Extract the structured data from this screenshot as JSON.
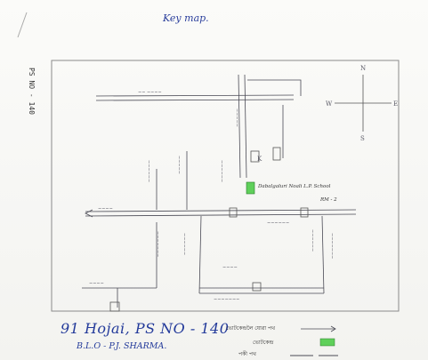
{
  "map": {
    "title": "Key map.",
    "side_label": "PS NO - 140",
    "polling_station_label": "Dabalgaluri Noali L.P. School",
    "room_label": "RM - 2",
    "ps_line": "91 Hojai, PS NO - 140",
    "blo_line": "B.L.O - P.J. SHARMA.",
    "compass": {
      "north": "N",
      "east": "E",
      "south": "S",
      "west": "W"
    },
    "legend": {
      "route_label": "ভোটকেন্দ্ৰলৈ যোৱা পথ",
      "polling_station_label": "ভোটকেন্দ্ৰ",
      "road_label": "পকী পথ"
    },
    "colors": {
      "polling_station": "#5fd05a",
      "ink": "#4a4a55",
      "pen_blue": "#2b3f9c"
    }
  }
}
